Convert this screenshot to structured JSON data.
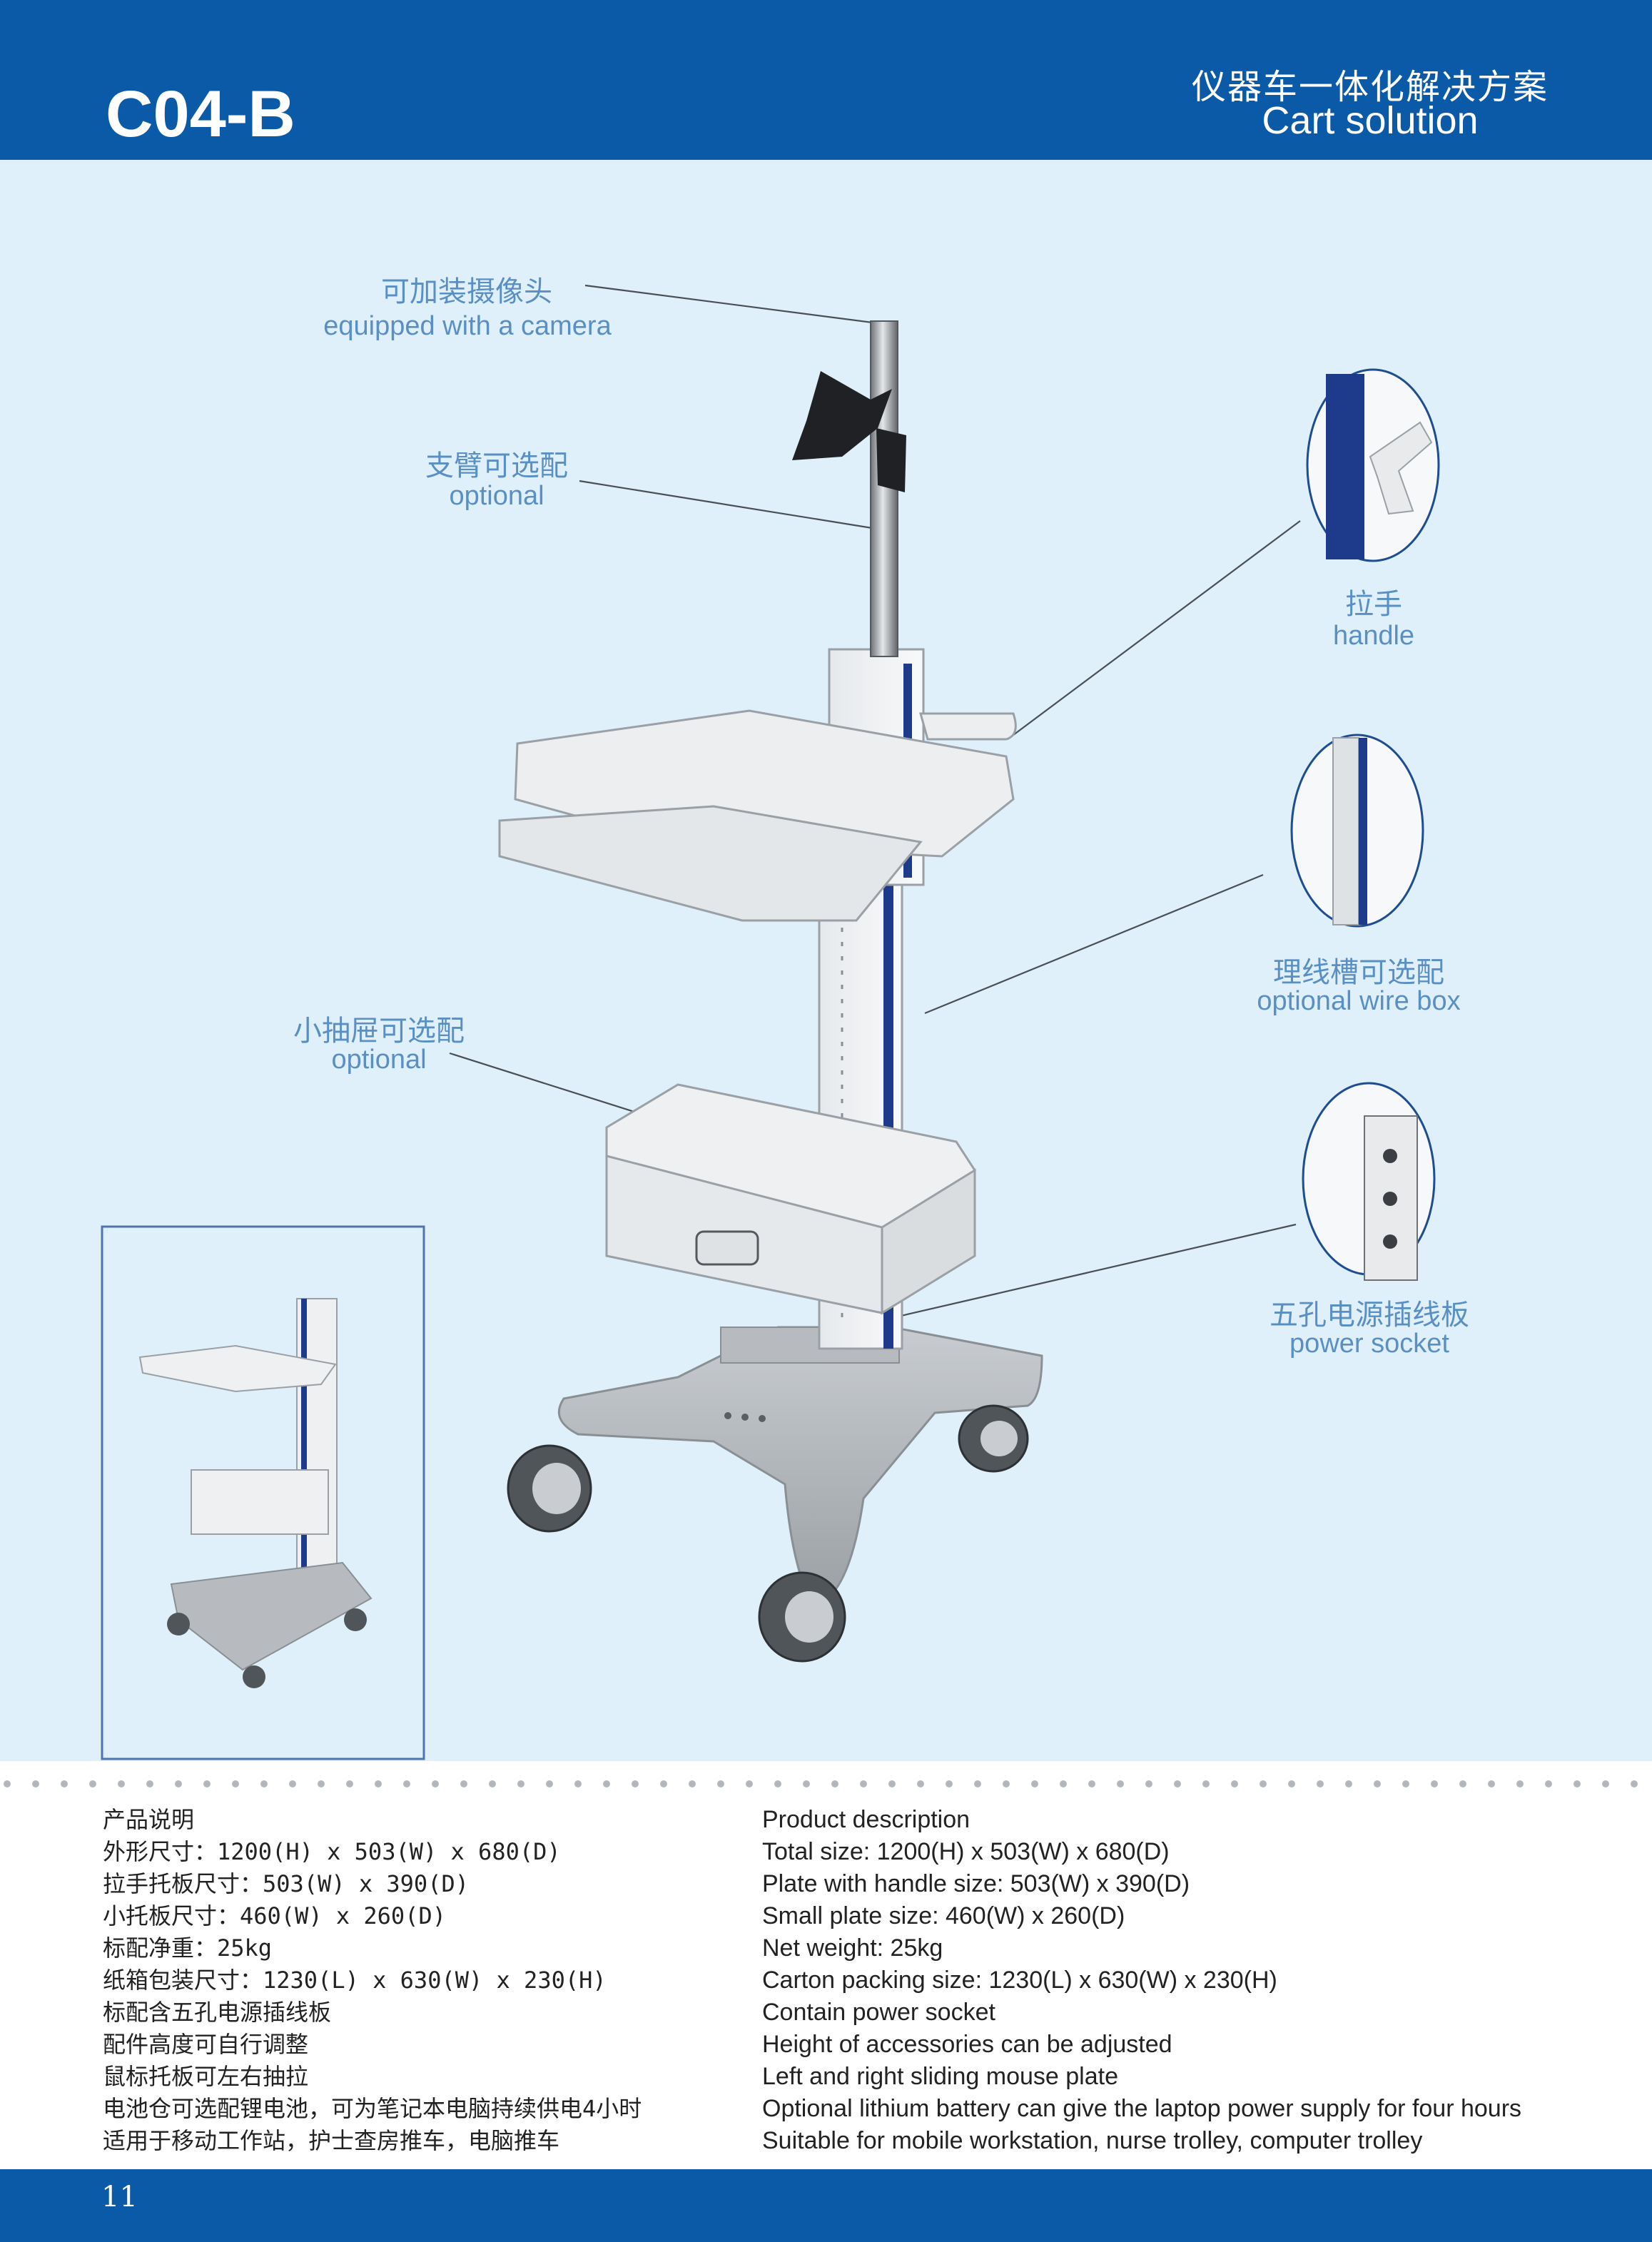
{
  "header": {
    "model": "C04-B",
    "title_cn": "仪器车一体化解决方案",
    "title_en": "Cart solution"
  },
  "callouts": {
    "camera": {
      "cn": "可加装摄像头",
      "en": "equipped with a camera"
    },
    "arm": {
      "cn": "支臂可选配",
      "en": "optional"
    },
    "handle": {
      "cn": "拉手",
      "en": "handle"
    },
    "wire_box": {
      "cn": "理线槽可选配",
      "en": "optional wire box"
    },
    "drawer": {
      "cn": "小抽屉可选配",
      "en": "optional"
    },
    "socket": {
      "cn": "五孔电源插线板",
      "en": "power socket"
    }
  },
  "description_cn": [
    "产品说明",
    "外形尺寸：1200(H) x 503(W) x 680(D)",
    "拉手托板尺寸：503(W) x 390(D)",
    "小托板尺寸：460(W) x 260(D)",
    "标配净重：25kg",
    "纸箱包装尺寸：1230(L) x 630(W) x 230(H)",
    "标配含五孔电源插线板",
    "配件高度可自行调整",
    "鼠标托板可左右抽拉",
    "电池仓可选配锂电池，可为笔记本电脑持续供电4小时",
    "适用于移动工作站，护士查房推车，电脑推车"
  ],
  "description_en": [
    "Product description",
    "Total size: 1200(H) x 503(W) x 680(D)",
    "Plate with handle size: 503(W) x 390(D)",
    "Small plate size: 460(W) x 260(D)",
    "Net weight: 25kg",
    "Carton packing size: 1230(L) x 630(W) x 230(H)",
    "Contain power socket",
    "Height of accessories can be adjusted",
    "Left and right sliding mouse plate",
    "Optional lithium battery can give the laptop power supply for four hours",
    "Suitable for mobile workstation, nurse trolley, computer trolley"
  ],
  "footer": {
    "page_number": "11"
  },
  "colors": {
    "brand_blue": "#0b5aa8",
    "background": "#dff0fb",
    "label": "#5a8fc4"
  }
}
